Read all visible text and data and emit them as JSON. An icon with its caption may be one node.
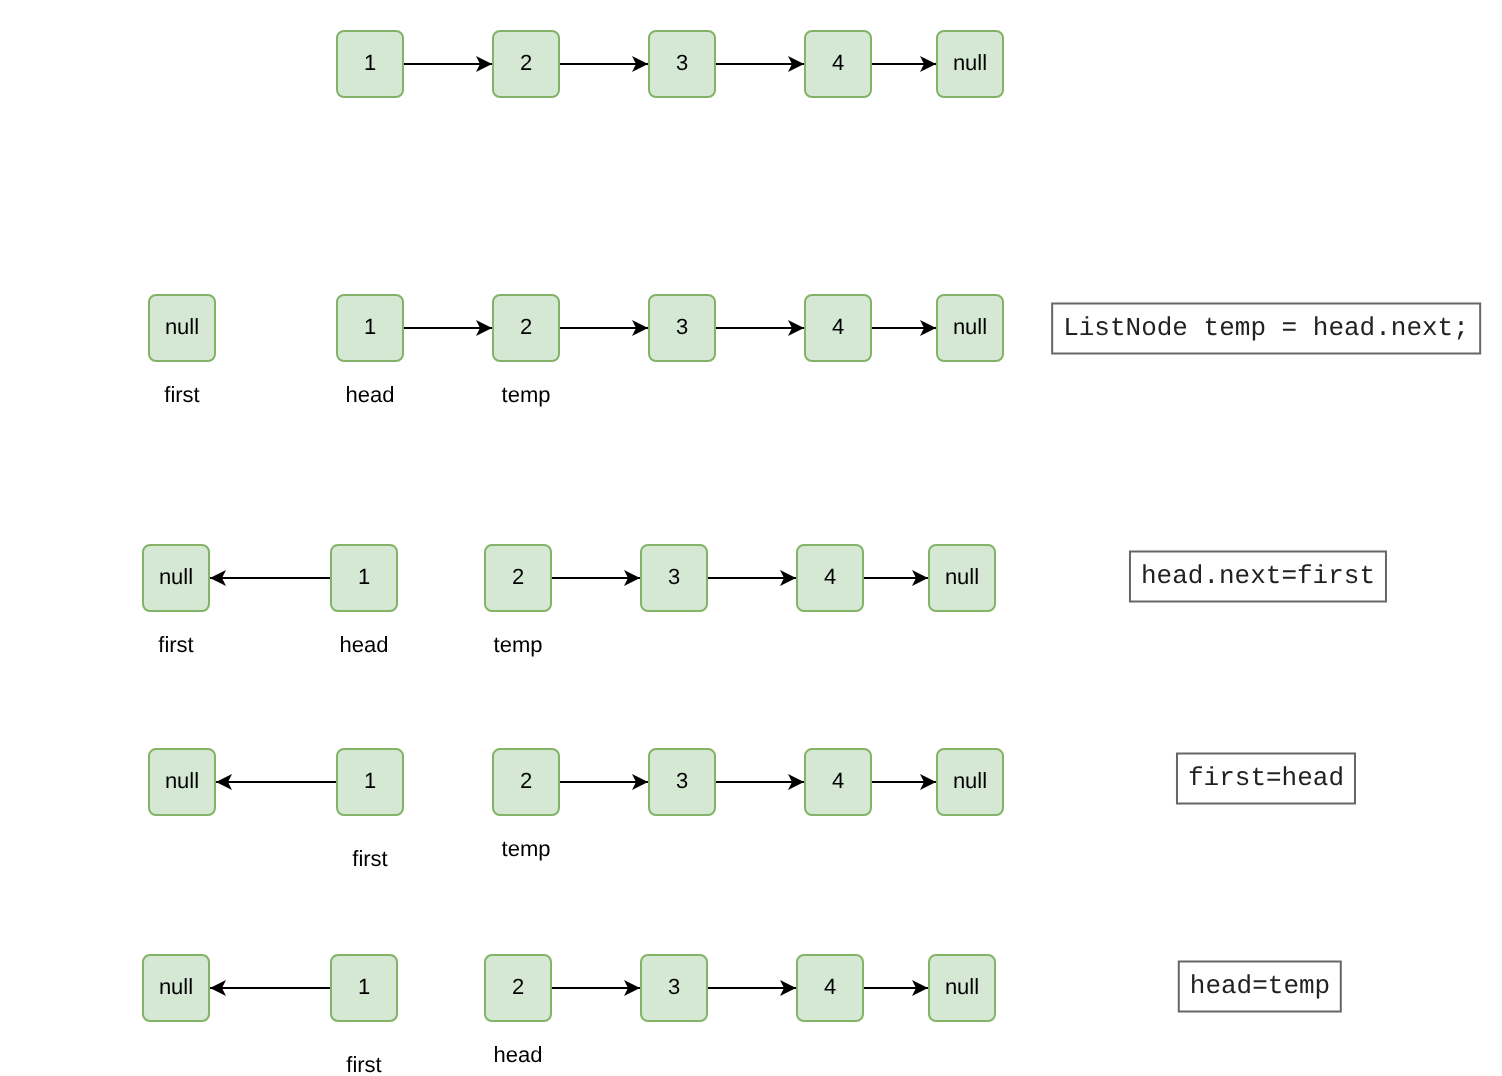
{
  "diagram": {
    "nodes": [
      {
        "text": [
          "1"
        ]
      },
      {
        "text": [
          "2"
        ]
      },
      {
        "text": [
          "3"
        ]
      },
      {
        "text": [
          "4"
        ]
      },
      {
        "text": [
          "null"
        ]
      },
      {
        "text": [
          "null"
        ],
        "beside": [
          "first"
        ]
      },
      {
        "text": [
          "1"
        ],
        "beside": [
          "head"
        ]
      },
      {
        "text": [
          "2"
        ],
        "beside": [
          "temp"
        ]
      },
      {
        "text": [
          "3"
        ]
      },
      {
        "text": [
          "4"
        ]
      },
      {
        "text": [
          "null"
        ]
      },
      {
        "text": [
          "ListNode temp = head.next;"
        ]
      },
      {
        "text": [
          "null"
        ],
        "beside": [
          "first"
        ]
      },
      {
        "text": [
          "1"
        ],
        "beside": [
          "head"
        ]
      },
      {
        "text": [
          "2"
        ],
        "beside": [
          "temp"
        ]
      },
      {
        "text": [
          "3"
        ]
      },
      {
        "text": [
          "4"
        ]
      },
      {
        "text": [
          "null"
        ]
      },
      {
        "text": [
          "head.next=first"
        ]
      },
      {
        "text": [
          "null"
        ]
      },
      {
        "text": [
          "1"
        ],
        "beside": [
          "first"
        ]
      },
      {
        "text": [
          "2"
        ],
        "beside": [
          "temp"
        ]
      },
      {
        "text": [
          "3"
        ]
      },
      {
        "text": [
          "4"
        ]
      },
      {
        "text": [
          "null"
        ]
      },
      {
        "text": [
          "first=head"
        ]
      },
      {
        "text": [
          "null"
        ]
      },
      {
        "text": [
          "1"
        ],
        "beside": [
          "first"
        ]
      },
      {
        "text": [
          "2"
        ],
        "beside": [
          "head"
        ]
      },
      {
        "text": [
          "3"
        ]
      },
      {
        "text": [
          "4"
        ]
      },
      {
        "text": [
          "null"
        ]
      },
      {
        "text": [
          "head=temp"
        ]
      }
    ],
    "edges": [
      {
        "from": 0,
        "to": 1,
        "arrow": "to"
      },
      {
        "from": 1,
        "to": 2,
        "arrow": "to"
      },
      {
        "from": 2,
        "to": 3,
        "arrow": "to"
      },
      {
        "from": 3,
        "to": 4,
        "arrow": "to"
      },
      {
        "from": 6,
        "to": 7,
        "arrow": "to"
      },
      {
        "from": 7,
        "to": 8,
        "arrow": "to"
      },
      {
        "from": 8,
        "to": 9,
        "arrow": "to"
      },
      {
        "from": 9,
        "to": 10,
        "arrow": "to"
      },
      {
        "from": 13,
        "to": 12,
        "arrow": "to"
      },
      {
        "from": 14,
        "to": 15,
        "arrow": "to"
      },
      {
        "from": 15,
        "to": 16,
        "arrow": "to"
      },
      {
        "from": 16,
        "to": 17,
        "arrow": "to"
      },
      {
        "from": 20,
        "to": 19,
        "arrow": "to"
      },
      {
        "from": 21,
        "to": 22,
        "arrow": "to"
      },
      {
        "from": 22,
        "to": 23,
        "arrow": "to"
      },
      {
        "from": 23,
        "to": 24,
        "arrow": "to"
      },
      {
        "from": 27,
        "to": 26,
        "arrow": "to"
      },
      {
        "from": 28,
        "to": 29,
        "arrow": "to"
      },
      {
        "from": 29,
        "to": 30,
        "arrow": "to"
      },
      {
        "from": 30,
        "to": 31,
        "arrow": "to"
      }
    ]
  }
}
